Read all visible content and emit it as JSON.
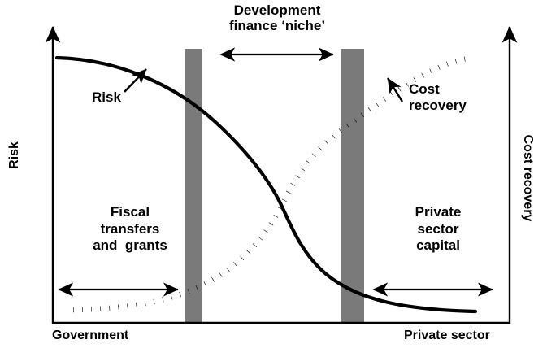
{
  "figure": {
    "title": "Development\nfinance 'niche'",
    "title_line1": "Development",
    "title_line2": "finance ‘niche’"
  },
  "axes": {
    "y_left_label": "Risk",
    "y_right_label": "Cost recovery",
    "x_left_label": "Government",
    "x_right_label": "Private sector"
  },
  "callouts": {
    "risk": "Risk",
    "cost_recovery_line1": "Cost",
    "cost_recovery_line2": "recovery"
  },
  "regions": {
    "left_block": "Fiscal\ntransfers\nand  grants",
    "left_block_line1": "Fiscal",
    "left_block_line2": "transfers",
    "left_block_line3": "and  grants",
    "right_block": "Private\nsector\ncapital",
    "right_block_line1": "Private",
    "right_block_line2": "sector",
    "right_block_line3": "capital"
  },
  "colors": {
    "band_gray": "#7a7a7a",
    "stroke_black": "#000000",
    "background": "#ffffff"
  },
  "chart_data": {
    "type": "line",
    "title": "Development finance ‘niche’",
    "xlabel": "",
    "ylabel": "Risk",
    "y2label": "Cost recovery",
    "xlim": [
      0,
      100
    ],
    "ylim": [
      0,
      100
    ],
    "grid": false,
    "legend": "none",
    "x_tick_labels": [
      "Government",
      "Private sector"
    ],
    "series": [
      {
        "name": "Risk",
        "style": "solid",
        "color": "#000000",
        "axis": "left",
        "x": [
          0,
          10,
          20,
          30,
          40,
          45,
          50,
          52,
          55,
          60,
          70,
          80,
          90,
          100
        ],
        "values": [
          92,
          90,
          85,
          76,
          62,
          52,
          40,
          33,
          24,
          17,
          10,
          6,
          4,
          3
        ]
      },
      {
        "name": "Cost recovery",
        "style": "dotted",
        "color": "#000000",
        "axis": "right",
        "x": [
          0,
          10,
          20,
          30,
          40,
          45,
          50,
          52,
          55,
          60,
          70,
          80,
          90,
          100
        ],
        "values": [
          4,
          6,
          10,
          17,
          28,
          36,
          46,
          54,
          64,
          72,
          82,
          87,
          90,
          91
        ]
      }
    ],
    "bands": [
      {
        "name": "left-threshold-band",
        "x_start": 28.8,
        "x_end": 32.7,
        "color": "#7a7a7a"
      },
      {
        "name": "right-threshold-band",
        "x_start": 63.0,
        "x_end": 68.1,
        "color": "#7a7a7a"
      }
    ],
    "annotations": [
      {
        "name": "niche-span-arrow",
        "text": "Development finance ‘niche’",
        "x_start": 36.8,
        "x_end": 61.4,
        "type": "double-arrow"
      },
      {
        "name": "fiscal-transfers-span-arrow",
        "text": "Fiscal transfers and grants",
        "x_start": 1.4,
        "x_end": 27.2,
        "type": "double-arrow"
      },
      {
        "name": "private-capital-span-arrow",
        "text": "Private sector capital",
        "x_start": 70.3,
        "x_end": 96.1,
        "type": "double-arrow"
      },
      {
        "name": "risk-pointer",
        "text": "Risk",
        "points_to_series": "Risk"
      },
      {
        "name": "cost-recovery-pointer",
        "text": "Cost recovery",
        "points_to_series": "Cost recovery"
      }
    ]
  }
}
